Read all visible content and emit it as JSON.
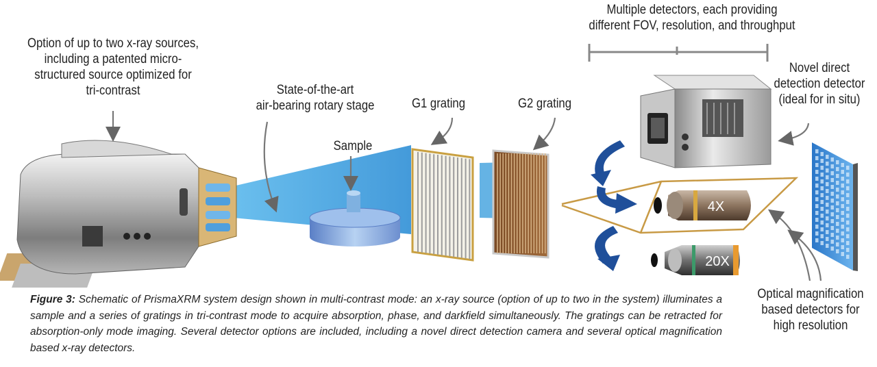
{
  "labels": {
    "xray_sources": [
      "Option of up to two x-ray sources,",
      "including a patented micro-",
      "structured source optimized for",
      "tri-contrast"
    ],
    "rotary_stage": [
      "State-of-the-art",
      "air-bearing rotary stage"
    ],
    "sample": "Sample",
    "g1_grating": "G1 grating",
    "g2_grating": "G2 grating",
    "multiple_detectors": [
      "Multiple detectors, each providing",
      "different FOV, resolution, and throughput"
    ],
    "direct_detector": [
      "Novel direct",
      "detection detector",
      "(ideal for in situ)"
    ],
    "optical_detectors": [
      "Optical magnification",
      "based detectors for",
      "high resolution"
    ],
    "objective_4x": "4X",
    "objective_20x": "20X"
  },
  "caption": {
    "prefix": "Figure 3:",
    "text": " Schematic of PrismaXRM system design shown in multi-contrast mode: an x-ray source (option of up to two in the system) illuminates a sample and a series of gratings in tri-contrast mode to acquire absorption, phase, and darkfield simultaneously. The gratings can be retracted for absorption-only mode imaging. Several detector options are included, including a novel direct detection camera and several optical magnification based x-ray detectors."
  },
  "colors": {
    "beam": "#4aa6df",
    "arrow_blue": "#1f4f9a",
    "gold_frame": "#c89a45",
    "ring_4x": "#d8a840",
    "ring_20x": "#3c9a6a",
    "orange_band": "#e89a30"
  }
}
